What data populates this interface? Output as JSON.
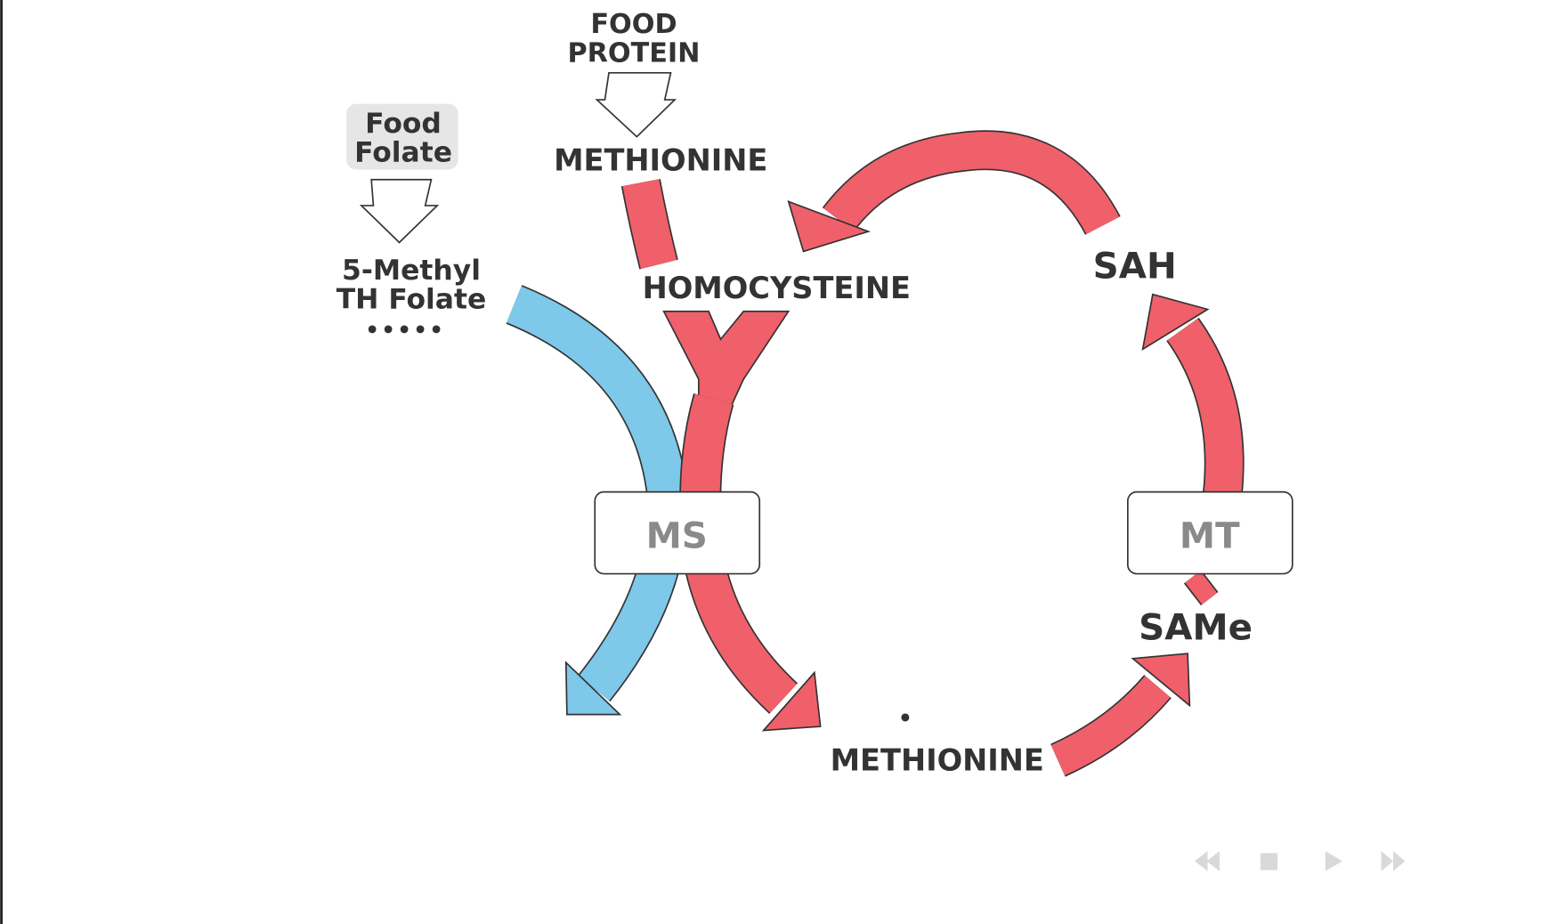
{
  "diagram": {
    "food_protein": [
      "FOOD",
      "PROTEIN"
    ],
    "methionine_top": "METHIONINE",
    "food_folate": [
      "Food",
      "Folate"
    ],
    "methyl_folate": [
      "5-Methyl",
      "TH Folate"
    ],
    "methyl_folate_dots": "•••••",
    "homocysteine": "HOMOCYSTEINE",
    "sah": "SAH",
    "same": "SAMe",
    "methionine_bottom": "METHIONINE",
    "enzyme_ms": "MS",
    "enzyme_mt": "MT",
    "colors": {
      "cycle_arrow": "#f0606a",
      "folate_arrow": "#7ec8ea",
      "outline": "#333333",
      "enzyme_box_text": "#8a8a8a"
    }
  },
  "player_controls": {
    "icons": [
      "rewind-icon",
      "stop-icon",
      "play-icon",
      "fast-forward-icon"
    ]
  }
}
